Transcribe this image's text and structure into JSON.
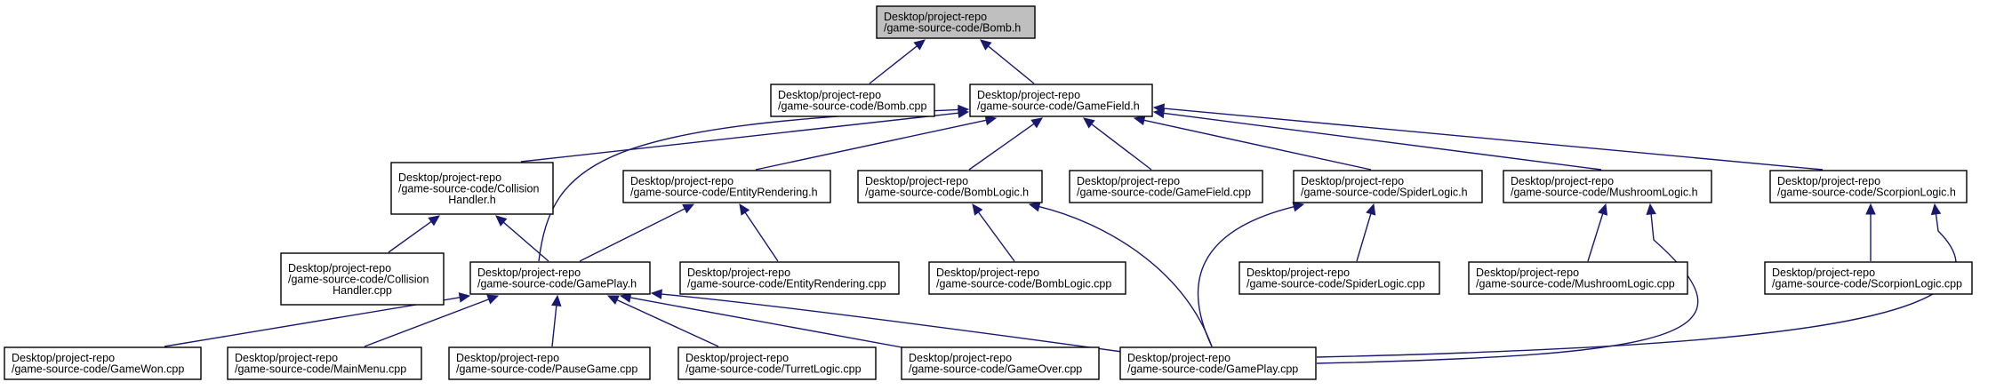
{
  "diagram": {
    "type": "include-dependency-graph",
    "edge_color": "#191970",
    "root_fill": "#bfbfbf",
    "nodes": [
      {
        "id": "bomb_h",
        "lines": [
          "Desktop/project-repo",
          "/game-source-code/Bomb.h"
        ],
        "root": true
      },
      {
        "id": "bomb_cpp",
        "lines": [
          "Desktop/project-repo",
          "/game-source-code/Bomb.cpp"
        ]
      },
      {
        "id": "gamefield_h",
        "lines": [
          "Desktop/project-repo",
          "/game-source-code/GameField.h"
        ]
      },
      {
        "id": "collision_h",
        "lines": [
          "Desktop/project-repo",
          "/game-source-code/Collision",
          "Handler.h"
        ]
      },
      {
        "id": "entityrendering_h",
        "lines": [
          "Desktop/project-repo",
          "/game-source-code/EntityRendering.h"
        ]
      },
      {
        "id": "bomblogic_h",
        "lines": [
          "Desktop/project-repo",
          "/game-source-code/BombLogic.h"
        ]
      },
      {
        "id": "gamefield_cpp",
        "lines": [
          "Desktop/project-repo",
          "/game-source-code/GameField.cpp"
        ]
      },
      {
        "id": "spiderlogic_h",
        "lines": [
          "Desktop/project-repo",
          "/game-source-code/SpiderLogic.h"
        ]
      },
      {
        "id": "mushroomlogic_h",
        "lines": [
          "Desktop/project-repo",
          "/game-source-code/MushroomLogic.h"
        ]
      },
      {
        "id": "scorpionlogic_h",
        "lines": [
          "Desktop/project-repo",
          "/game-source-code/ScorpionLogic.h"
        ]
      },
      {
        "id": "collision_cpp",
        "lines": [
          "Desktop/project-repo",
          "/game-source-code/Collision",
          "Handler.cpp"
        ]
      },
      {
        "id": "gameplay_h",
        "lines": [
          "Desktop/project-repo",
          "/game-source-code/GamePlay.h"
        ]
      },
      {
        "id": "entityrendering_cpp",
        "lines": [
          "Desktop/project-repo",
          "/game-source-code/EntityRendering.cpp"
        ]
      },
      {
        "id": "bomblogic_cpp",
        "lines": [
          "Desktop/project-repo",
          "/game-source-code/BombLogic.cpp"
        ]
      },
      {
        "id": "spiderlogic_cpp",
        "lines": [
          "Desktop/project-repo",
          "/game-source-code/SpiderLogic.cpp"
        ]
      },
      {
        "id": "mushroomlogic_cpp",
        "lines": [
          "Desktop/project-repo",
          "/game-source-code/MushroomLogic.cpp"
        ]
      },
      {
        "id": "scorpionlogic_cpp",
        "lines": [
          "Desktop/project-repo",
          "/game-source-code/ScorpionLogic.cpp"
        ]
      },
      {
        "id": "gamewon_cpp",
        "lines": [
          "Desktop/project-repo",
          "/game-source-code/GameWon.cpp"
        ]
      },
      {
        "id": "mainmenu_cpp",
        "lines": [
          "Desktop/project-repo",
          "/game-source-code/MainMenu.cpp"
        ]
      },
      {
        "id": "pausegame_cpp",
        "lines": [
          "Desktop/project-repo",
          "/game-source-code/PauseGame.cpp"
        ]
      },
      {
        "id": "turretlogic_cpp",
        "lines": [
          "Desktop/project-repo",
          "/game-source-code/TurretLogic.cpp"
        ]
      },
      {
        "id": "gameover_cpp",
        "lines": [
          "Desktop/project-repo",
          "/game-source-code/GameOver.cpp"
        ]
      },
      {
        "id": "gameplay_cpp",
        "lines": [
          "Desktop/project-repo",
          "/game-source-code/GamePlay.cpp"
        ]
      }
    ],
    "edges": [
      {
        "from": "bomb_cpp",
        "to": "bomb_h"
      },
      {
        "from": "gamefield_h",
        "to": "bomb_h"
      },
      {
        "from": "collision_h",
        "to": "gamefield_h"
      },
      {
        "from": "gameplay_h",
        "to": "gamefield_h"
      },
      {
        "from": "entityrendering_h",
        "to": "gamefield_h"
      },
      {
        "from": "bomblogic_h",
        "to": "gamefield_h"
      },
      {
        "from": "gamefield_cpp",
        "to": "gamefield_h"
      },
      {
        "from": "spiderlogic_h",
        "to": "gamefield_h"
      },
      {
        "from": "mushroomlogic_h",
        "to": "gamefield_h"
      },
      {
        "from": "scorpionlogic_h",
        "to": "gamefield_h"
      },
      {
        "from": "collision_cpp",
        "to": "collision_h"
      },
      {
        "from": "gameplay_h",
        "to": "collision_h"
      },
      {
        "from": "gameplay_h",
        "to": "entityrendering_h"
      },
      {
        "from": "entityrendering_cpp",
        "to": "entityrendering_h"
      },
      {
        "from": "bomblogic_cpp",
        "to": "bomblogic_h"
      },
      {
        "from": "gameplay_cpp",
        "to": "bomblogic_h"
      },
      {
        "from": "gameplay_cpp",
        "to": "spiderlogic_h"
      },
      {
        "from": "spiderlogic_cpp",
        "to": "spiderlogic_h"
      },
      {
        "from": "mushroomlogic_cpp",
        "to": "mushroomlogic_h"
      },
      {
        "from": "gameplay_cpp",
        "to": "mushroomlogic_h"
      },
      {
        "from": "scorpionlogic_cpp",
        "to": "scorpionlogic_h"
      },
      {
        "from": "gameplay_cpp",
        "to": "scorpionlogic_h"
      },
      {
        "from": "gamewon_cpp",
        "to": "gameplay_h"
      },
      {
        "from": "mainmenu_cpp",
        "to": "gameplay_h"
      },
      {
        "from": "pausegame_cpp",
        "to": "gameplay_h"
      },
      {
        "from": "turretlogic_cpp",
        "to": "gameplay_h"
      },
      {
        "from": "gameover_cpp",
        "to": "gameplay_h"
      },
      {
        "from": "gameplay_cpp",
        "to": "gameplay_h"
      }
    ]
  }
}
